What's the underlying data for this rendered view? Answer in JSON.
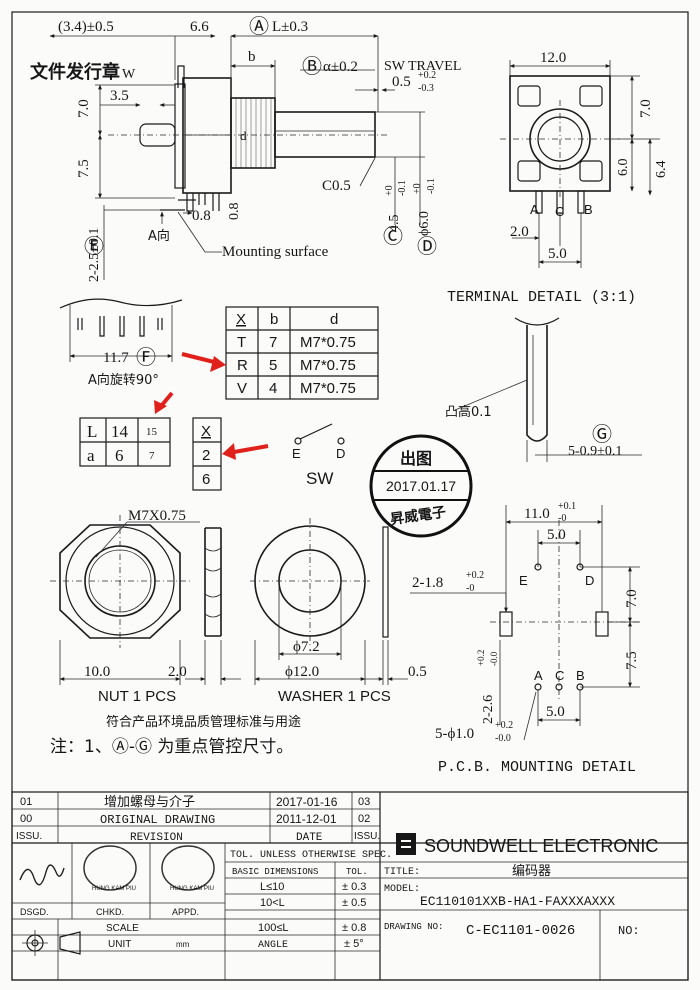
{
  "top_view": {
    "dim_3_4": "(3.4)±0.5",
    "dim_6_6": "6.6",
    "label_L": "Ⓐ",
    "dim_L": "L±0.3",
    "label_b": "b",
    "label_B": "Ⓑ",
    "dim_B": "α±0.2",
    "sw_travel": "SW TRAVEL",
    "sw_travel_val": "0.5",
    "sw_travel_tol_up": "+0.2",
    "sw_travel_tol_dn": "-0.3",
    "stamp_text": "文件发行章",
    "w_label": "W",
    "dim_7_0": "7.0",
    "dim_3_5": "3.5",
    "label_d": "d",
    "dim_7_5": "7.5",
    "dim_C0_5": "C0.5",
    "dim_0_8a": "0.8",
    "dim_0_8b": "0.8",
    "label_E": "Ⓔ",
    "dim_E": "2-2.5±0.1",
    "a_direction": "A向",
    "mounting_surface": "Mounting surface",
    "label_C": "Ⓒ",
    "dim_C": "4.5",
    "dim_C_tol_up": "+0",
    "dim_C_tol_dn": "-0.1",
    "label_D": "Ⓓ",
    "dim_D": "ϕ6.0",
    "dim_D_tol_up": "+0",
    "dim_D_tol_dn": "-0.1"
  },
  "front_view": {
    "dim_12_0": "12.0",
    "dim_7_0": "7.0",
    "dim_6_0": "6.0",
    "dim_6_4": "6.4",
    "dim_2_0": "2.0",
    "dim_5_0": "5.0",
    "pin_A": "A",
    "pin_C": "C",
    "pin_B": "B"
  },
  "terminal_detail": {
    "title": "TERMINAL DETAIL (3:1)",
    "bump_label": "凸高0.1",
    "label_G": "Ⓖ",
    "dim_G": "5-0.9±0.1"
  },
  "rotated_view": {
    "label_F": "Ⓕ",
    "dim_F": "11.7",
    "caption": "A向旋转90°"
  },
  "variant_table": {
    "headers": [
      "X",
      "b",
      "d"
    ],
    "rows": [
      [
        "T",
        "7",
        "M7*0.75"
      ],
      [
        "R",
        "5",
        "M7*0.75"
      ],
      [
        "V",
        "4",
        "M7*0.75"
      ]
    ]
  },
  "length_table": {
    "rows": [
      [
        "L",
        "14",
        "15"
      ],
      [
        "a",
        "6",
        "7"
      ]
    ]
  },
  "switch_table": {
    "header": "X",
    "rows": [
      "2",
      "6"
    ]
  },
  "switch_symbol": {
    "pin_E": "E",
    "pin_D": "D",
    "label": "SW"
  },
  "approval_stamp": {
    "top": "出图",
    "date": "2017.01.17",
    "bottom": "昇威電子"
  },
  "nut": {
    "thread": "M7X0.75",
    "dim_width": "10.0",
    "dim_thick": "2.0",
    "caption": "NUT 1 PCS"
  },
  "washer": {
    "dim_inner": "ϕ7.2",
    "dim_outer": "ϕ12.0",
    "dim_thick": "0.5",
    "caption": "WASHER 1 PCS"
  },
  "pcb_detail": {
    "dim_top": "11.0",
    "dim_top_tol_up": "+0.1",
    "dim_top_tol_dn": "-0",
    "dim_5_0_top": "5.0",
    "dim_slot": "2-1.8",
    "dim_slot_tol_up": "+0.2",
    "dim_slot_tol_dn": "-0",
    "pin_E": "E",
    "pin_D": "D",
    "dim_7_0": "7.0",
    "dim_7_5": "7.5",
    "dim_side": "2-2.6",
    "dim_side_tol_up": "+0.2",
    "dim_side_tol_dn": "-0.0",
    "pin_A": "A",
    "pin_C": "C",
    "pin_B": "B",
    "dim_holes": "5-ϕ1.0",
    "dim_holes_tol_up": "+0.2",
    "dim_holes_tol_dn": "-0.0",
    "dim_5_0_bottom": "5.0",
    "caption": "P.C.B. MOUNTING DETAIL"
  },
  "notes": {
    "env_stamp": "符合产品环境品质管理标准与用途",
    "note_main": "注：1、Ⓐ-Ⓖ 为重点管控尺寸。"
  },
  "title_block": {
    "rev_rows": [
      {
        "no": "01",
        "desc": "增加螺母与介子",
        "date": "2017-01-16",
        "rev": "03"
      },
      {
        "no": "00",
        "desc": "ORIGINAL DRAWING",
        "date": "2011-12-01",
        "rev": "02"
      },
      {
        "no": "ISSU.",
        "desc": "REVISION",
        "date": "DATE",
        "rev": "ISSU."
      }
    ],
    "tol_title": "TOL. UNLESS OTHERWISE SPEC.",
    "tol_headers": [
      "BASIC DIMENSIONS",
      "TOL."
    ],
    "tol_rows": [
      [
        "L≤10",
        "± 0.3"
      ],
      [
        "10<L",
        "± 0.5"
      ],
      [
        "100≤L",
        "± 0.8"
      ],
      [
        "ANGLE",
        "± 5°"
      ]
    ],
    "sign_labels": [
      "DSGD.",
      "CHKD.",
      "APPD."
    ],
    "sign_stamp": "HUNG KAM PIU",
    "scale_label": "SCALE",
    "unit_label": "UNIT",
    "unit_value": "mm",
    "company": "SOUNDWELL  ELECTRONIC",
    "title_label": "TITLE:",
    "title_value": "编码器",
    "model_label": "MODEL:",
    "model_value": "EC110101XXB-HA1-FAXXXAXXX",
    "drawing_no_label": "DRAWING NO:",
    "drawing_no_value": "C-EC1101-0026",
    "no_label": "NO:"
  }
}
